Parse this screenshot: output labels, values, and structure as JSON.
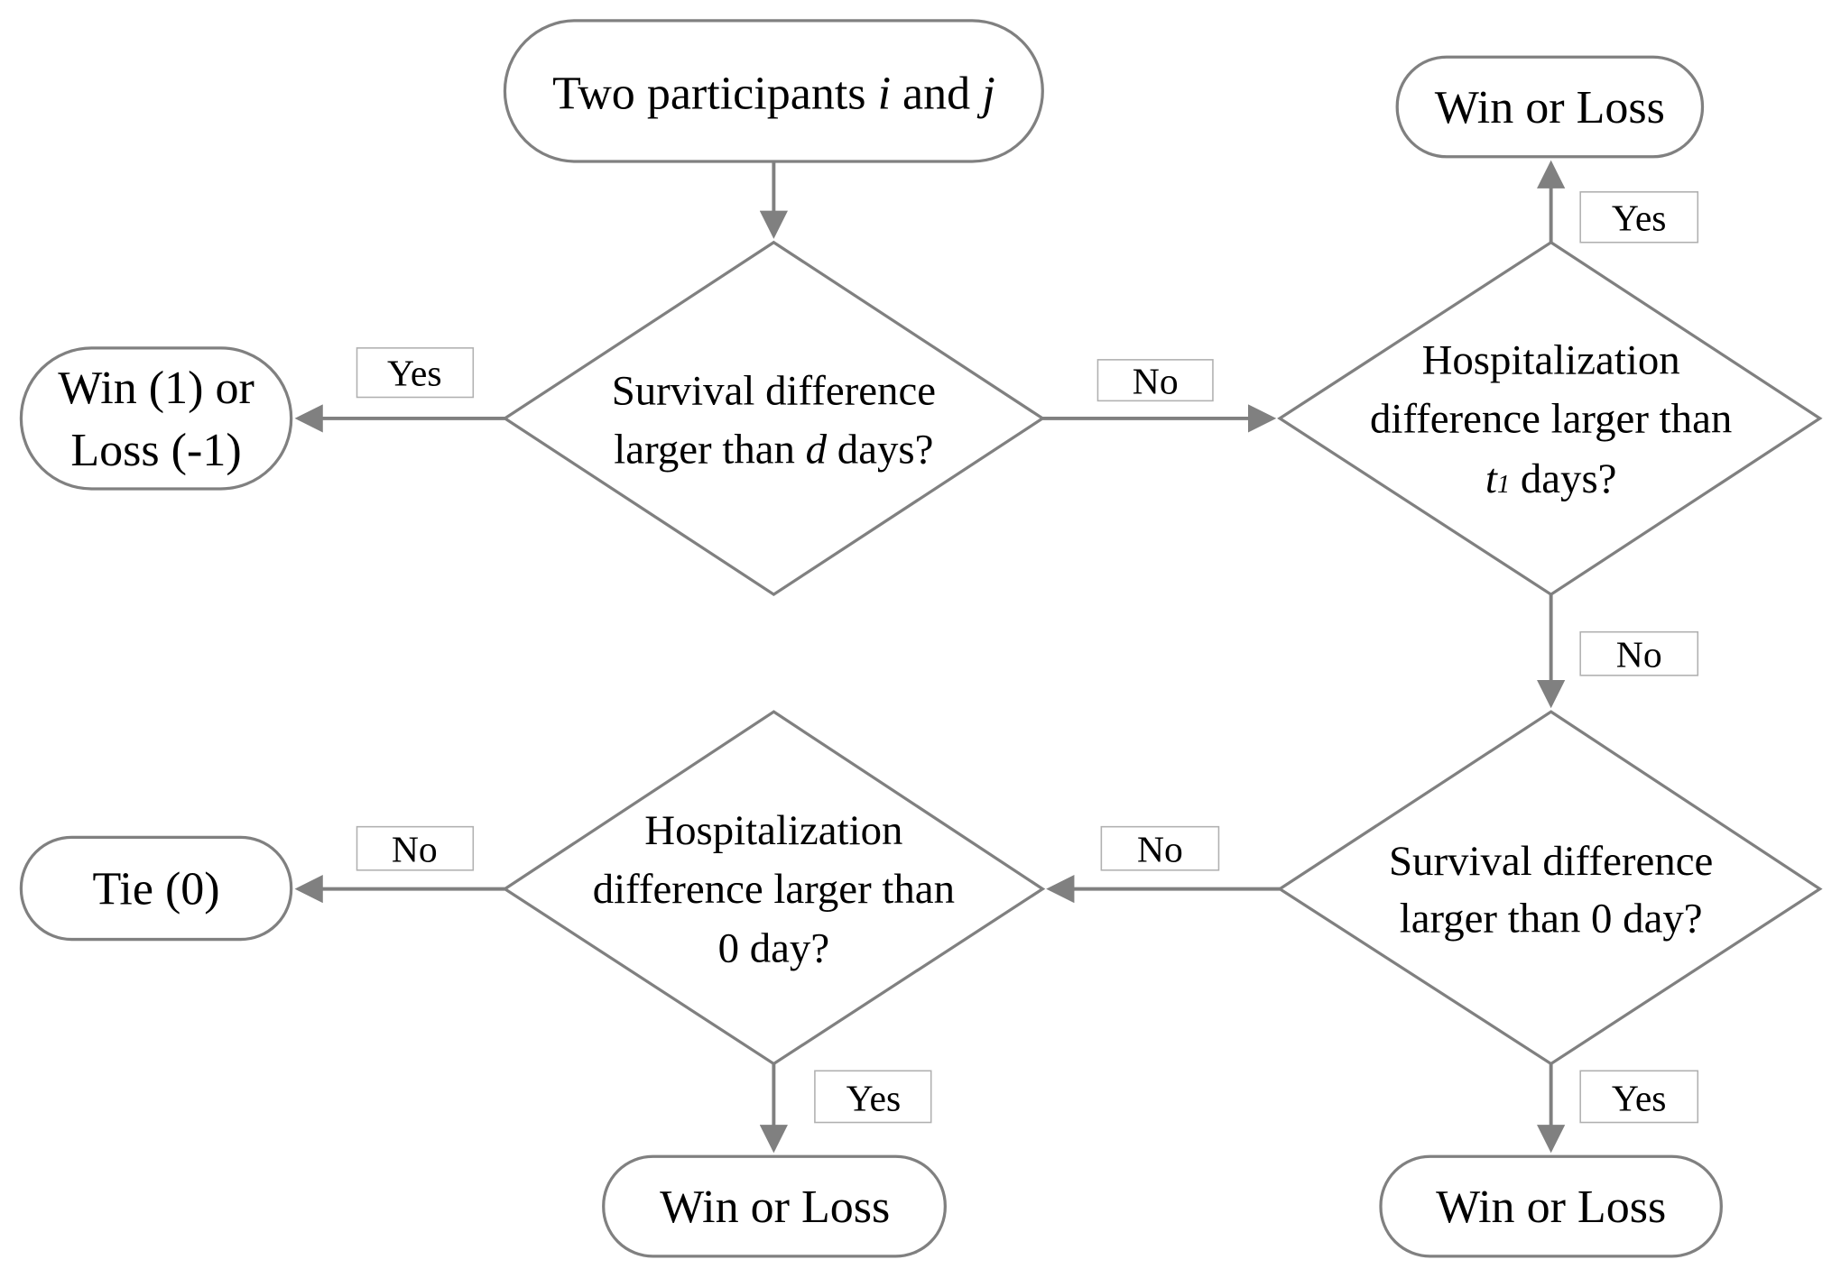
{
  "colors": {
    "stroke": "#808080",
    "text": "#000000",
    "background": "#ffffff"
  },
  "start": {
    "pre": "Two participants ",
    "i": "i",
    "mid": " and ",
    "j": "j"
  },
  "decision_survival_d": {
    "line1": "Survival  difference",
    "line2_pre": "larger than ",
    "line2_var": "d",
    "line2_post": " days?"
  },
  "decision_hosp_t1": {
    "line1": "Hospitalization",
    "line2": "difference larger than",
    "line3_var": "t",
    "line3_sub": "1",
    "line3_post": " days?"
  },
  "decision_survival_0": {
    "line1": "Survival  difference",
    "line2": "larger than 0 day?"
  },
  "decision_hosp_0": {
    "line1": "Hospitalization",
    "line2": "difference larger than",
    "line3": "0 day?"
  },
  "terminals": {
    "win_loss_score": {
      "line1": "Win (1) or",
      "line2": "Loss (-1)"
    },
    "top_right": "Win or Loss",
    "tie": "Tie (0)",
    "bottom_middle": "Win or Loss",
    "bottom_right": "Win or Loss"
  },
  "edge_labels": {
    "d1_yes": "Yes",
    "d1_no": "No",
    "d2_yes": "Yes",
    "d2_no": "No",
    "d3_no": "No",
    "d3_yes": "Yes",
    "d4_no": "No",
    "d4_yes": "Yes"
  }
}
